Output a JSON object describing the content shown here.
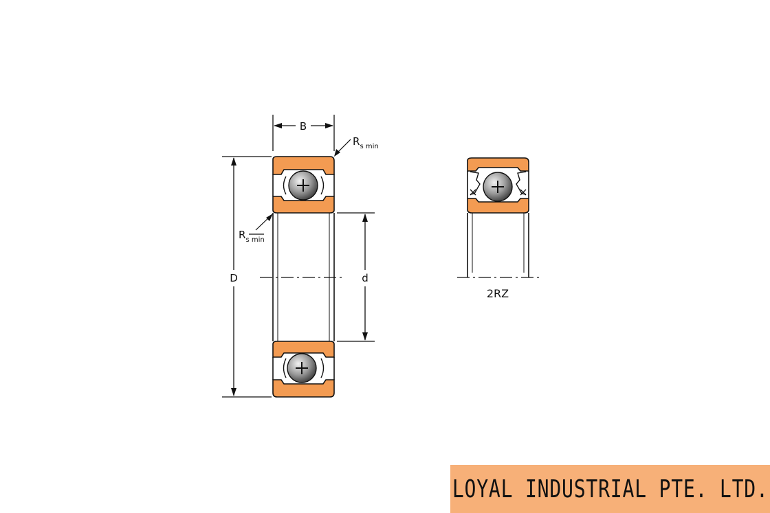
{
  "colors": {
    "ring_fill": "#f39b52",
    "line": "#111111",
    "ball_dark": "#444444",
    "ball_light": "#e6e6e6",
    "banner_bg": "#f7b078"
  },
  "labels": {
    "width": "B",
    "outer_diameter": "D",
    "bore_diameter": "d",
    "radius_main": "R",
    "radius_sub": "s min",
    "seal_variant": "2RZ"
  },
  "footer": {
    "company": "LOYAL INDUSTRIAL PTE. LTD."
  }
}
